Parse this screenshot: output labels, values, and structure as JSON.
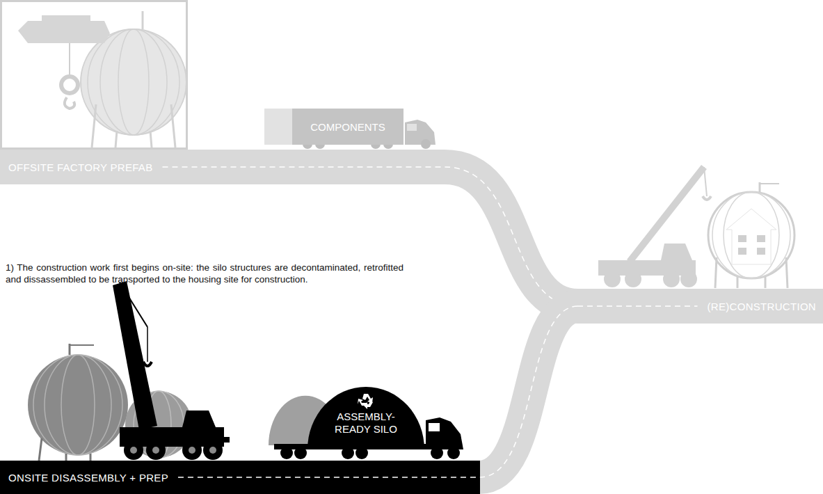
{
  "diagram": {
    "nodes": [
      {
        "text": [
          "OFFSITE FACTORY PREFAB"
        ]
      },
      {
        "text": [
          "COMPONENTS"
        ]
      },
      {
        "text": [
          "(RE)CONSTRUCTION"
        ]
      },
      {
        "text": [
          "ASSEMBLY- READY SILO"
        ]
      },
      {
        "text": [
          "ONSITE DISASSEMBLY + PREP"
        ]
      }
    ],
    "edges": [
      {
        "from": 0,
        "to": 2,
        "arrow": "none"
      },
      {
        "from": 4,
        "to": 2,
        "arrow": "none"
      }
    ],
    "labels": [
      "1) The construction work first begins on-site: the silo structures are decontaminated, retrofitted and dissassembled to be transported to the housing site for construction."
    ]
  }
}
